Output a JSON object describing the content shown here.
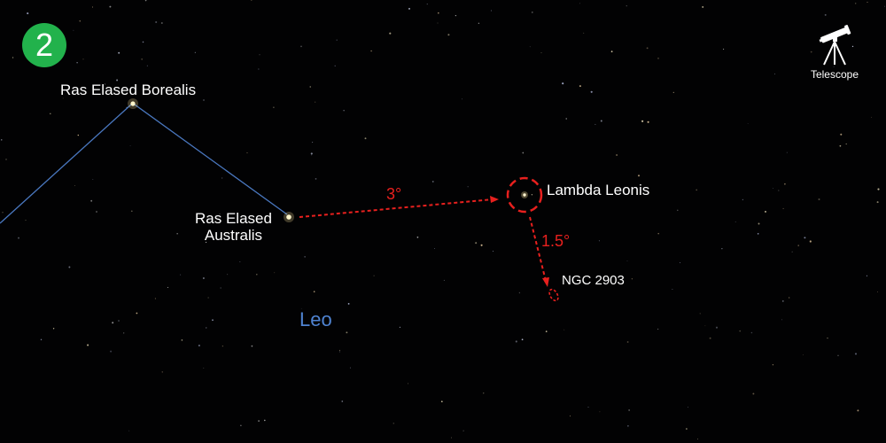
{
  "step": {
    "number": "2"
  },
  "tool": {
    "icon": "telescope-icon",
    "label": "Telescope"
  },
  "colors": {
    "badge": "#22b24c",
    "constellation_line": "#4a78c0",
    "pointer": "#e8201e",
    "constellation_name": "#4f83d1",
    "label": "#ffffff"
  },
  "labels": {
    "borealis": "Ras Elased Borealis",
    "australis_line1": "Ras Elased",
    "australis_line2": "Australis",
    "lambda": "Lambda Leonis",
    "ngc": "NGC 2903",
    "constellation": "Leo"
  },
  "hops": {
    "first": "3°",
    "second": "1.5°"
  }
}
